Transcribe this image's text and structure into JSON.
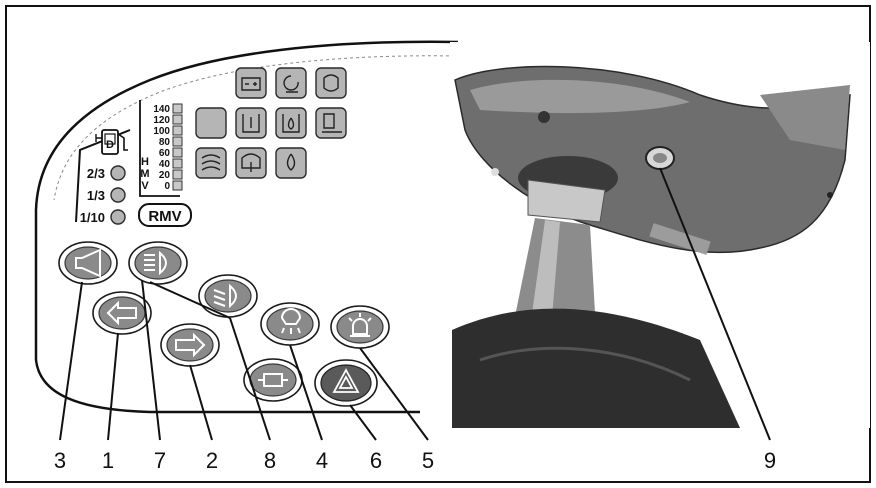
{
  "fuel_levels": [
    "2/3",
    "1/3",
    "1/10"
  ],
  "fuel_icon_label": "D",
  "speed_scale": [
    "140",
    "120",
    "100",
    "80",
    "60",
    "40",
    "20",
    "0"
  ],
  "hmv_letters": [
    "H",
    "M",
    "V"
  ],
  "rmv_label": "RMV",
  "callouts": [
    "3",
    "1",
    "7",
    "2",
    "8",
    "4",
    "6",
    "5",
    "9"
  ],
  "icons": {
    "horn": "horn-icon",
    "left": "arrow-left-icon",
    "right": "arrow-right-icon",
    "high_beam": "high-beam-icon",
    "low_beam": "low-beam-icon",
    "work_light": "work-light-icon",
    "beacon": "beacon-icon",
    "hazard": "hazard-triangle-icon",
    "trailer": "trailer-socket-icon"
  },
  "colors": {
    "button": "#8a8a8a",
    "hazard": "#5a5a5a",
    "indicator": "#b5b5b5"
  }
}
